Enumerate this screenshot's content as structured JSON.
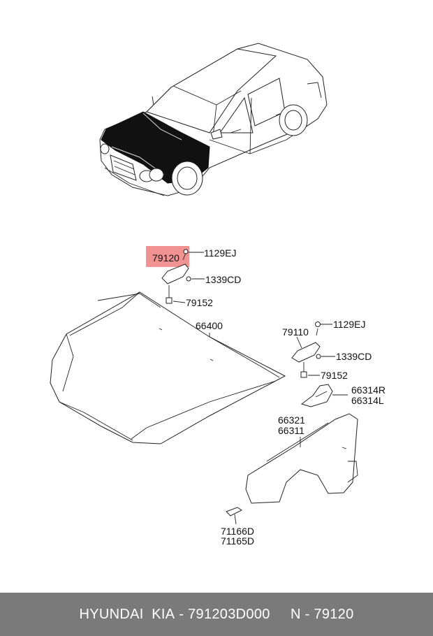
{
  "callouts": {
    "hinge_left": "79120",
    "bolt_left_top": "1129EJ",
    "nut_left": "1339CD",
    "bolt_left_bottom": "79152",
    "hood": "66400",
    "hinge_right": "79110",
    "bolt_right_top": "1129EJ",
    "nut_right": "1339CD",
    "bolt_right_bottom": "79152",
    "bracket_r": "66314R",
    "bracket_l": "66314L",
    "fender_a": "66321",
    "fender_b": "66311",
    "clip_a": "71166D",
    "clip_b": "71165D"
  },
  "highlight_color": "#f08080",
  "footer": {
    "brand": "HYUNDAI  KIA",
    "sep1": " - ",
    "part_number": "791203D000",
    "gap": "     ",
    "ref_prefix": "N",
    "sep2": " - ",
    "ref_number": "79120"
  }
}
